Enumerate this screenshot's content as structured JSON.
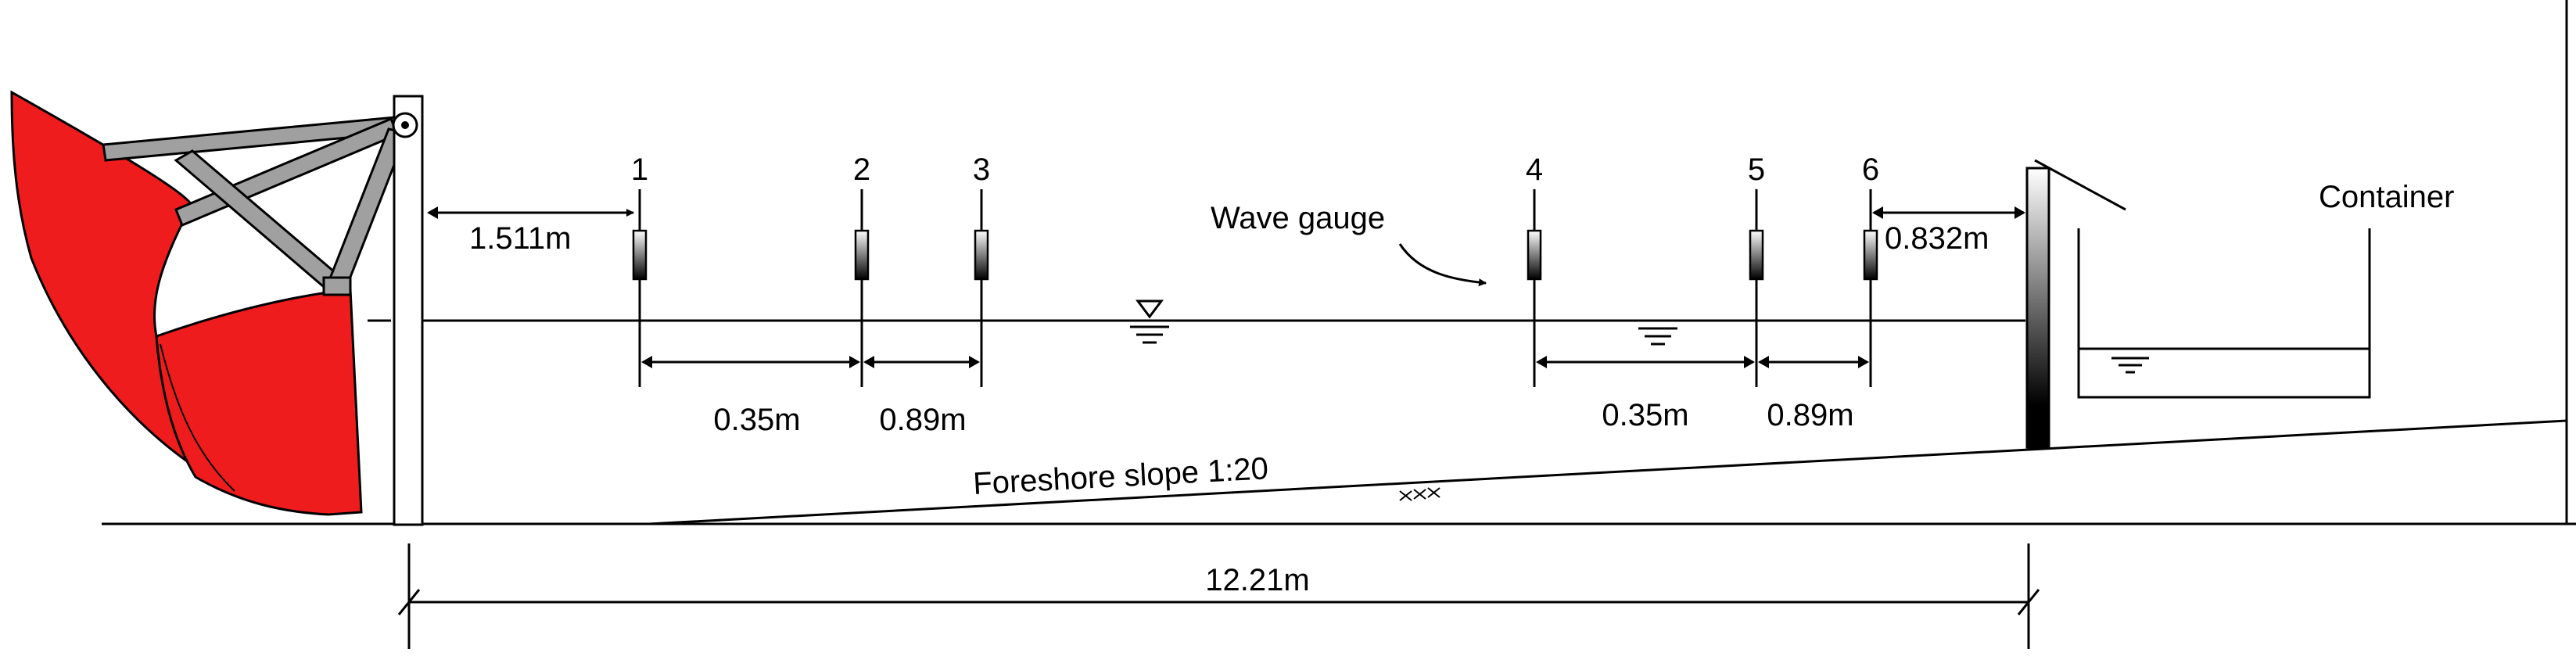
{
  "figure": {
    "gauges": [
      {
        "number": "1"
      },
      {
        "number": "2"
      },
      {
        "number": "3"
      },
      {
        "number": "4"
      },
      {
        "number": "5"
      },
      {
        "number": "6"
      }
    ],
    "dimensions": {
      "paddle_to_gauge1": "1.511m",
      "gauge1_to_gauge2": "0.35m",
      "gauge2_to_gauge3": "0.89m",
      "gauge4_to_gauge5": "0.35m",
      "gauge5_to_gauge6": "0.89m",
      "gauge6_to_wall": "0.832m",
      "paddle_to_wall": "12.21m"
    },
    "labels": {
      "wave_gauge": "Wave gauge",
      "foreshore": "Foreshore slope 1:20",
      "container": "Container"
    },
    "colors": {
      "wavemaker": "#ee1c1c",
      "frame": "#a0a0a0",
      "line": "#000000"
    }
  }
}
